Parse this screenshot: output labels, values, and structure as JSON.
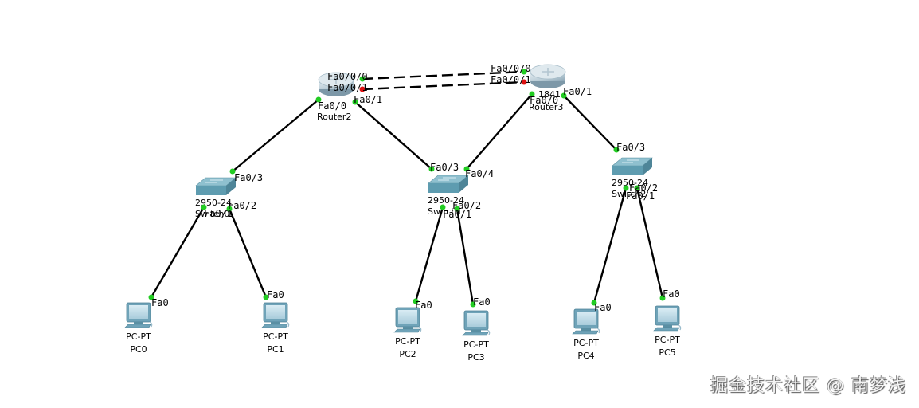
{
  "diagram": {
    "type": "network-topology",
    "devices": [
      {
        "id": "Router2",
        "kind": "router",
        "model": "",
        "name": "Router2"
      },
      {
        "id": "Router3",
        "kind": "router",
        "model": "1841",
        "name": "Router3"
      },
      {
        "id": "Switch0",
        "kind": "switch",
        "model": "2950-24",
        "name": "Switch0"
      },
      {
        "id": "Switch1",
        "kind": "switch",
        "model": "2950-24",
        "name": "Switch1"
      },
      {
        "id": "Switch2",
        "kind": "switch",
        "model": "2950-24",
        "name": "Switch2"
      },
      {
        "id": "PC0",
        "kind": "pc",
        "model": "PC-PT",
        "name": "PC0"
      },
      {
        "id": "PC1",
        "kind": "pc",
        "model": "PC-PT",
        "name": "PC1"
      },
      {
        "id": "PC2",
        "kind": "pc",
        "model": "PC-PT",
        "name": "PC2"
      },
      {
        "id": "PC3",
        "kind": "pc",
        "model": "PC-PT",
        "name": "PC3"
      },
      {
        "id": "PC4",
        "kind": "pc",
        "model": "PC-PT",
        "name": "PC4"
      },
      {
        "id": "PC5",
        "kind": "pc",
        "model": "PC-PT",
        "name": "PC5"
      }
    ],
    "links": [
      {
        "a": "Router2",
        "a_port": "Fa0/0/0",
        "b": "Router3",
        "b_port": "Fa0/0/0",
        "style": "dashed",
        "a_status": "up",
        "b_status": "up"
      },
      {
        "a": "Router2",
        "a_port": "Fa0/0/1",
        "b": "Router3",
        "b_port": "Fa0/0/1",
        "style": "dashed",
        "a_status": "down",
        "b_status": "down"
      },
      {
        "a": "Router2",
        "a_port": "Fa0/0",
        "b": "Switch0",
        "b_port": "Fa0/3",
        "style": "solid",
        "a_status": "up",
        "b_status": "up"
      },
      {
        "a": "Router2",
        "a_port": "Fa0/1",
        "b": "Switch1",
        "b_port": "Fa0/3",
        "style": "solid",
        "a_status": "up",
        "b_status": "up"
      },
      {
        "a": "Router3",
        "a_port": "Fa0/0",
        "b": "Switch1",
        "b_port": "Fa0/4",
        "style": "solid",
        "a_status": "up",
        "b_status": "up"
      },
      {
        "a": "Router3",
        "a_port": "Fa0/1",
        "b": "Switch2",
        "b_port": "Fa0/3",
        "style": "solid",
        "a_status": "up",
        "b_status": "up"
      },
      {
        "a": "Switch0",
        "a_port": "Fa0/1",
        "b": "PC0",
        "b_port": "Fa0",
        "style": "solid",
        "a_status": "up",
        "b_status": "up"
      },
      {
        "a": "Switch0",
        "a_port": "Fa0/2",
        "b": "PC1",
        "b_port": "Fa0",
        "style": "solid",
        "a_status": "up",
        "b_status": "up"
      },
      {
        "a": "Switch1",
        "a_port": "Fa0/1",
        "b": "PC2",
        "b_port": "Fa0",
        "style": "solid",
        "a_status": "up",
        "b_status": "up"
      },
      {
        "a": "Switch1",
        "a_port": "Fa0/2",
        "b": "PC3",
        "b_port": "Fa0",
        "style": "solid",
        "a_status": "up",
        "b_status": "up"
      },
      {
        "a": "Switch2",
        "a_port": "Fa0/1",
        "b": "PC4",
        "b_port": "Fa0",
        "style": "solid",
        "a_status": "up",
        "b_status": "up"
      },
      {
        "a": "Switch2",
        "a_port": "Fa0/2",
        "b": "PC5",
        "b_port": "Fa0",
        "style": "solid",
        "a_status": "up",
        "b_status": "up"
      }
    ]
  },
  "colors": {
    "link": "#000000",
    "port_up": "#22cc22",
    "port_down": "#dd1111",
    "device_body": "#6fa8b8",
    "device_top": "#9cc8d4"
  },
  "watermark": "掘金技术社区 @ 南梦浅"
}
